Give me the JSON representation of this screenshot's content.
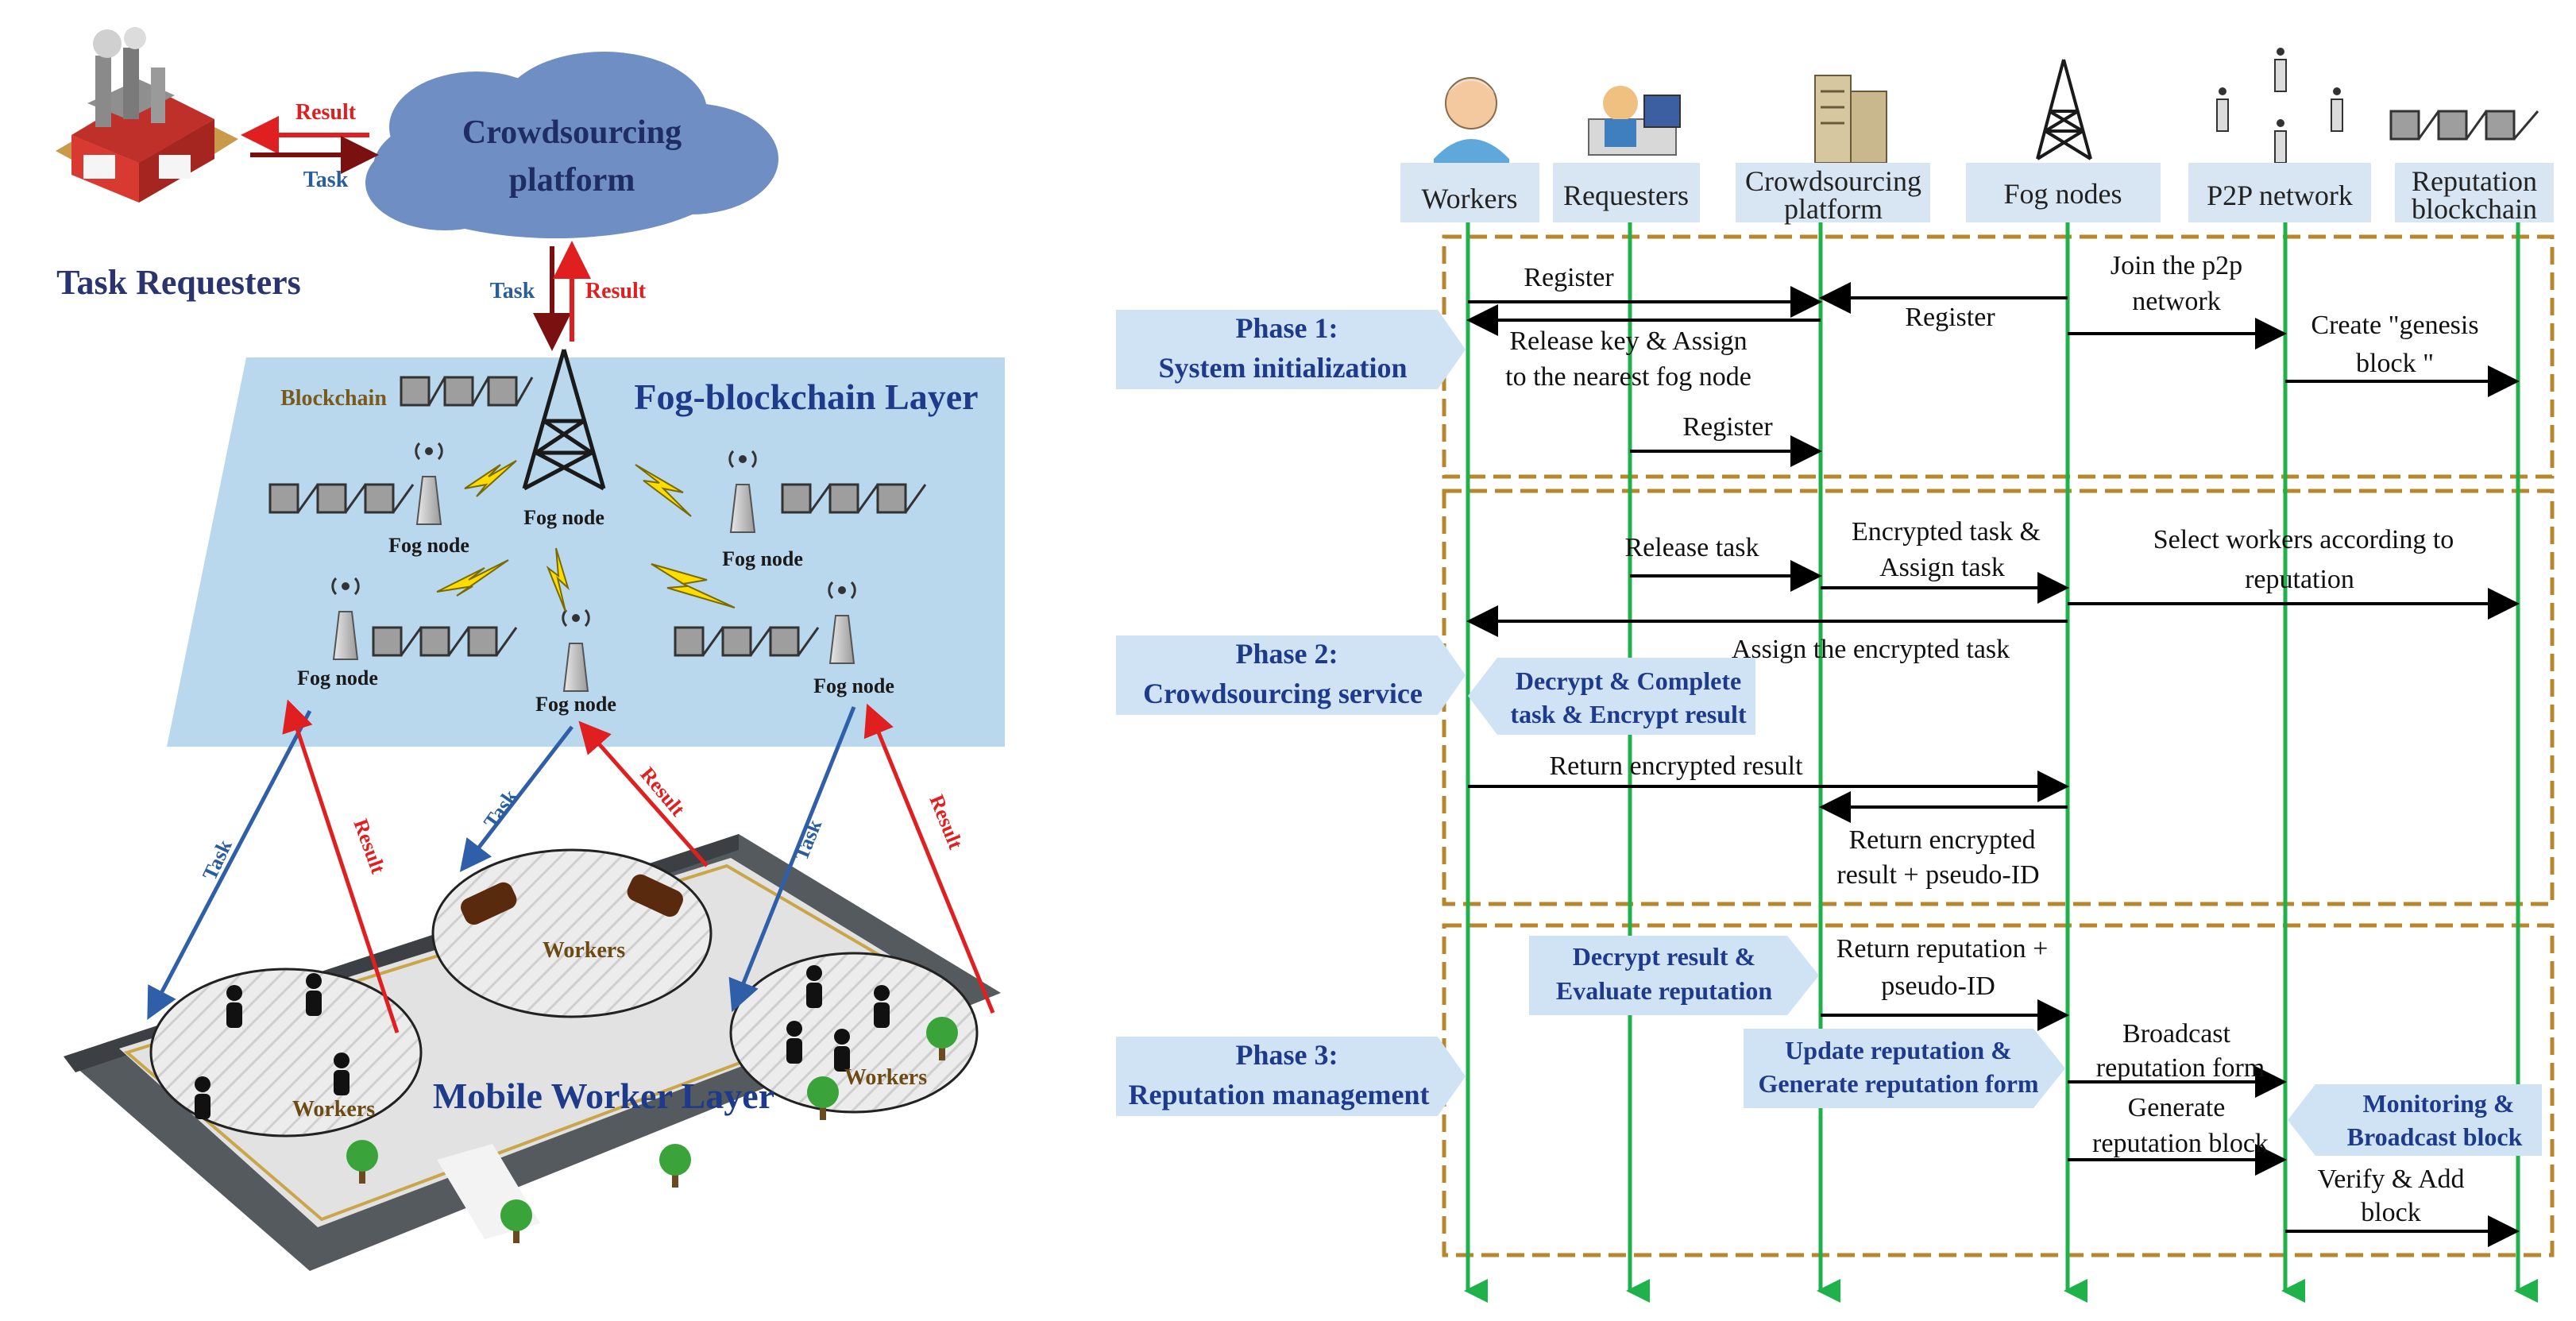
{
  "colors": {
    "red_arrow": "#e02020",
    "dark_red_arrow": "#7a1010",
    "blue_arrow": "#2f5fa8",
    "lifeline_green": "#1fb24a",
    "phase_border": "#b8862b",
    "phase_fill": "#cfe3f4",
    "fog_layer_fill": "#b9d8ee",
    "cloud_fill": "#6f8ec3",
    "title_navy": "#2a3570",
    "label_blue": "#2a5d9c"
  },
  "architecture": {
    "task_requesters": "Task Requesters",
    "crowdsourcing_platform_line1": "Crowdsourcing",
    "crowdsourcing_platform_line2": "platform",
    "top_result": "Result",
    "top_task": "Task",
    "mid_task": "Task",
    "mid_result": "Result",
    "fog_layer_title": "Fog-blockchain Layer",
    "blockchain_label": "Blockchain",
    "fog_node_label": "Fog node",
    "mobile_layer_title": "Mobile Worker Layer",
    "workers_label": "Workers",
    "bottom_task": "Task",
    "bottom_result": "Result"
  },
  "sequence": {
    "actors": {
      "workers": "Workers",
      "requesters": "Requesters",
      "platform_line1": "Crowdsourcing",
      "platform_line2": "platform",
      "fog_nodes": "Fog nodes",
      "p2p": "P2P network",
      "rep_line1": "Reputation",
      "rep_line2": "blockchain"
    },
    "phase1": {
      "label_line1": "Phase 1:",
      "label_line2": "System initialization",
      "register_workers": "Register",
      "register_fog": "Register",
      "release_key_line1": "Release key & Assign",
      "release_key_line2": "to the nearest fog node",
      "register_requesters": "Register",
      "join_p2p_line1": "Join the p2p",
      "join_p2p_line2": "network",
      "genesis_line1": "Create \"genesis",
      "genesis_line2": "block \""
    },
    "phase2": {
      "label_line1": "Phase 2:",
      "label_line2": "Crowdsourcing service",
      "release_task": "Release task",
      "encrypted_task_line1": "Encrypted task &",
      "encrypted_task_line2": "Assign task",
      "select_workers_line1": "Select workers according to",
      "select_workers_line2": "reputation",
      "assign_encrypted": "Assign the encrypted task",
      "decrypt_line1": "Decrypt & Complete",
      "decrypt_line2": "task & Encrypt result",
      "return_encrypted": "Return encrypted result",
      "return_pseudo_line1": "Return encrypted",
      "return_pseudo_line2": "result + pseudo-ID"
    },
    "phase3": {
      "label_line1": "Phase 3:",
      "label_line2": "Reputation management",
      "decrypt_eval_line1": "Decrypt result &",
      "decrypt_eval_line2": "Evaluate reputation",
      "return_rep_line1": "Return reputation +",
      "return_rep_line2": "pseudo-ID",
      "update_rep_line1": "Update reputation &",
      "update_rep_line2": "Generate reputation form",
      "broadcast_line1": "Broadcast",
      "broadcast_line2": "reputation form",
      "generate_line1": "Generate",
      "generate_line2": "reputation block",
      "monitoring_line1": "Monitoring &",
      "monitoring_line2": "Broadcast block",
      "verify_line1": "Verify & Add",
      "verify_line2": "block"
    }
  }
}
